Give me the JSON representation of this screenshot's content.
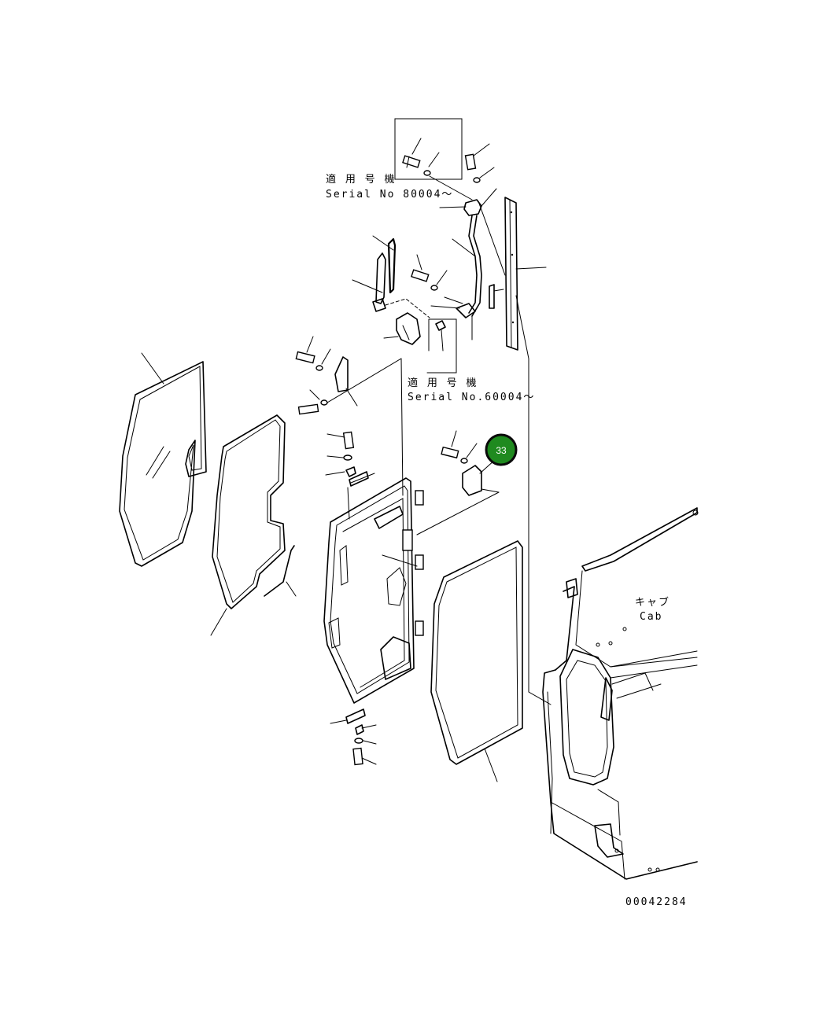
{
  "notes": {
    "serial_top_jp": "適 用 号 機",
    "serial_top_en": "Serial No 80004～",
    "serial_mid_jp": "適 用 号 機",
    "serial_mid_en": "Serial No.60004～",
    "cab_jp": "キャブ",
    "cab_en": "Cab",
    "drawing_number": "00042284"
  },
  "callouts": [
    {
      "id": "33",
      "label": "33",
      "color": "#1f8a1f"
    }
  ],
  "colors": {
    "ink": "#000000",
    "background": "#ffffff",
    "callout_fill": "#1f8a1f",
    "callout_ring": "#0a0a0a"
  }
}
